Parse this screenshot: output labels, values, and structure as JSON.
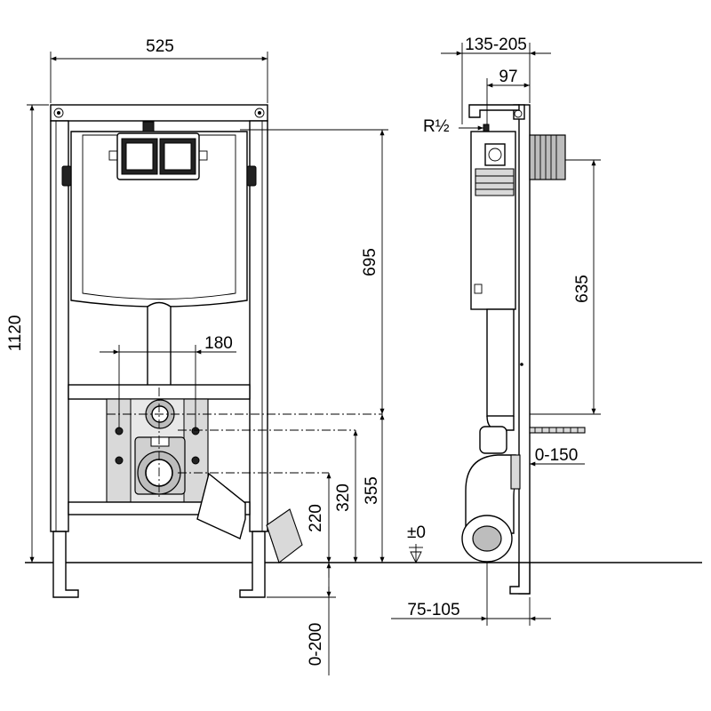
{
  "dimensions": {
    "frame_width": "525",
    "total_height": "1120",
    "cistern_height": "695",
    "bolt_spacing": "180",
    "outlet_height": "220",
    "inlet_height": "320",
    "support_height": "355",
    "foot_adjust": "0-200",
    "depth_range": "135-205",
    "depth_top": "97",
    "thread": "R½",
    "side_height": "635",
    "inlet_range": "0-150",
    "floor_zero": "±0",
    "bottom_range": "75-105"
  }
}
